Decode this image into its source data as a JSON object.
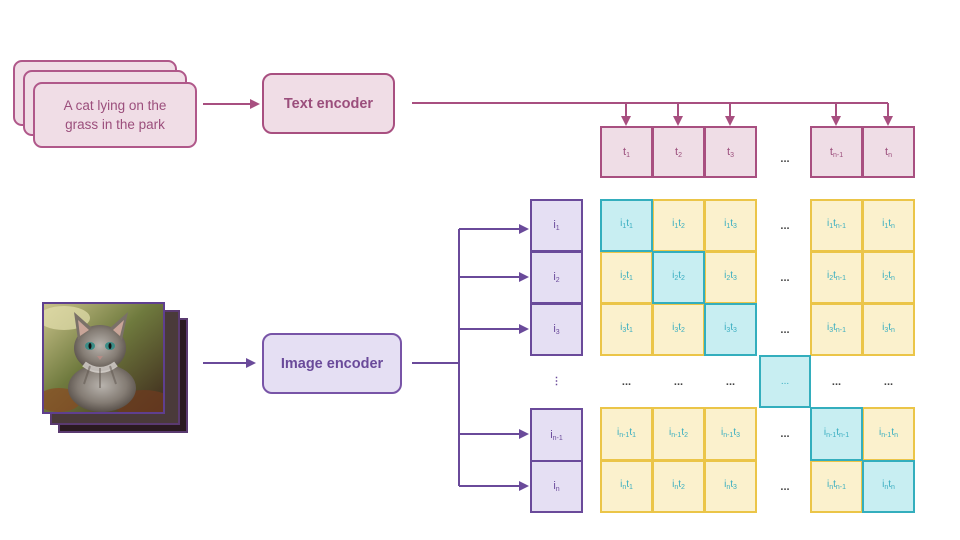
{
  "caption": {
    "text": "A cat lying on the grass in the park"
  },
  "encoders": {
    "text": "Text encoder",
    "image": "Image encoder"
  },
  "text_embeddings": [
    {
      "base": "t",
      "sub": "1"
    },
    {
      "base": "t",
      "sub": "2"
    },
    {
      "base": "t",
      "sub": "3"
    },
    {
      "base": "...",
      "sub": ""
    },
    {
      "base": "t",
      "sub": "n-1"
    },
    {
      "base": "t",
      "sub": "n"
    }
  ],
  "image_embeddings": [
    {
      "base": "i",
      "sub": "1"
    },
    {
      "base": "i",
      "sub": "2"
    },
    {
      "base": "i",
      "sub": "3"
    },
    {
      "base": "⋮",
      "sub": ""
    },
    {
      "base": "i",
      "sub": "n-1"
    },
    {
      "base": "i",
      "sub": "n"
    }
  ],
  "ellipsis": "...",
  "vertical_ellipsis": "⋮",
  "colors": {
    "text_accent": "#a84f80",
    "image_accent": "#6a4a9a",
    "matrix_fill": "#fbf1cd",
    "matrix_border": "#ebc548",
    "diagonal_fill": "#c8eef2",
    "diagonal_border": "#33aebd",
    "cell_text": "#3aaec1"
  },
  "icons": {
    "photo": "cat-photo-icon"
  }
}
